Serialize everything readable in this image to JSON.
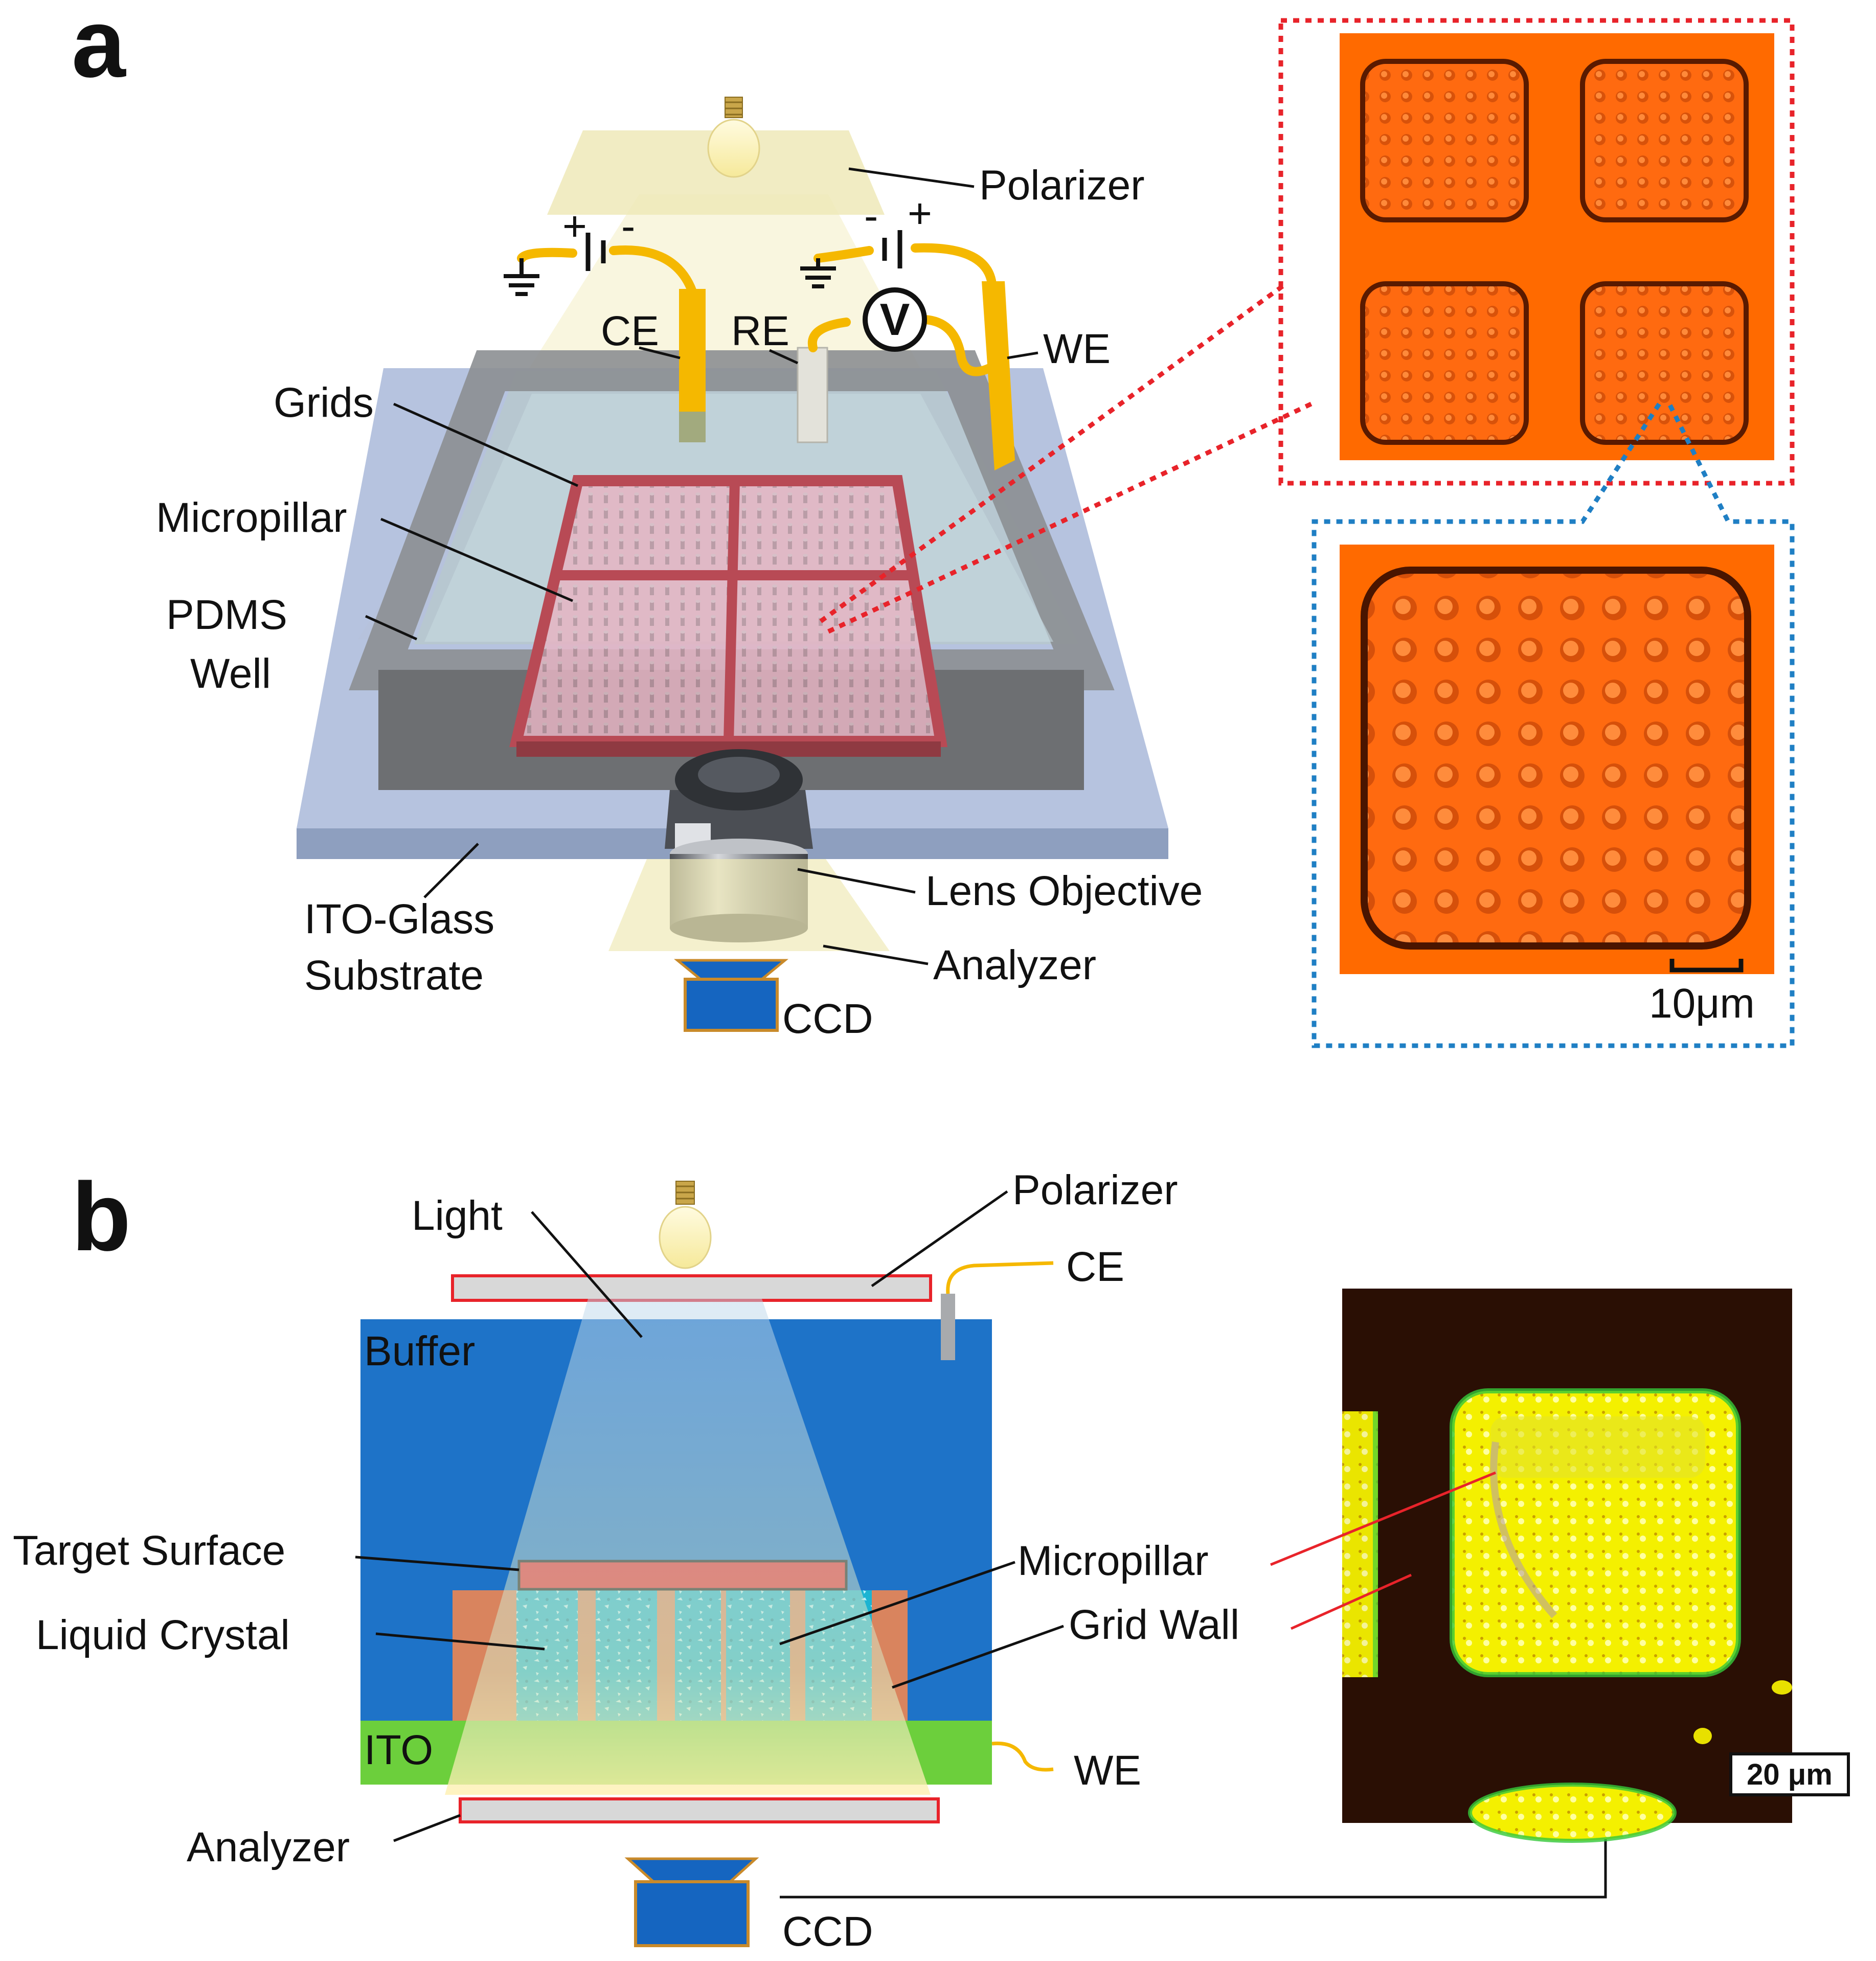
{
  "panel_a": {
    "letter": "a",
    "labels": {
      "polarizer": "Polarizer",
      "ce": "CE",
      "re": "RE",
      "we": "WE",
      "voltmeter": "V",
      "plus_left": "+",
      "minus_left": "-",
      "minus_right": "-",
      "plus_right": "+",
      "grids": "Grids",
      "micropillar": "Micropillar",
      "pdms_line1": "PDMS",
      "pdms_line2": "Well",
      "ito_line1": "ITO-Glass",
      "ito_line2": "Substrate",
      "lens_objective": "Lens Objective",
      "analyzer": "Analyzer",
      "ccd": "CCD"
    },
    "micrograph": {
      "scale_bar": "10μm"
    }
  },
  "panel_b": {
    "letter": "b",
    "labels": {
      "light": "Light",
      "polarizer": "Polarizer",
      "ce": "CE",
      "buffer": "Buffer",
      "target_surface": "Target Surface",
      "liquid_crystal": "Liquid Crystal",
      "micropillar": "Micropillar",
      "grid_wall": "Grid Wall",
      "ito": "ITO",
      "we": "WE",
      "analyzer": "Analyzer",
      "ccd": "CCD"
    },
    "micrograph": {
      "scale_bar": "20 μm"
    }
  },
  "colors": {
    "wire": "#f5b800",
    "red_dotted": "#e8232a",
    "blue_dotted": "#1f7fc4",
    "orange_image": "#ff6a00",
    "buffer_blue": "#1e73c8",
    "ito_green": "#6ccf3c",
    "target_red": "#e8232a",
    "grid_wall_tan": "#d9845e",
    "lc_cyan": "#19b5d2",
    "micrograph_yellow": "#f2f000",
    "ccd_blue": "#1565c0",
    "glass_blue": "#a9b9d8",
    "pdms_gray": "#7d7f82"
  }
}
